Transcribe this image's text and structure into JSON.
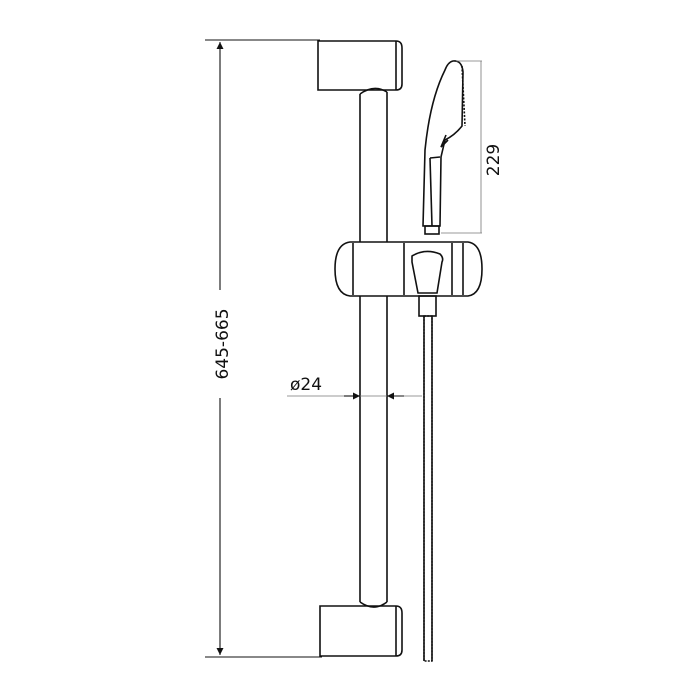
{
  "dimensions": {
    "rail_length": "645-665",
    "handshower_length": "229",
    "rail_diameter": "ø24"
  },
  "colors": {
    "line": "#111111",
    "background": "#ffffff"
  }
}
